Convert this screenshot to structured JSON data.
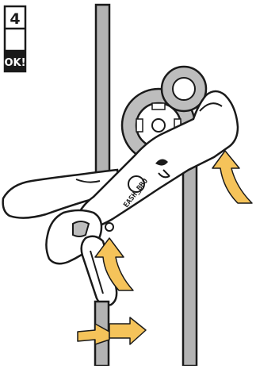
{
  "step_badge": {
    "number": "4",
    "status": "OK!"
  },
  "device": {
    "label": "EASH_BBO"
  },
  "colors": {
    "rope": "#b3b3b3",
    "arrow": "#f5c35a",
    "outline": "#1a1a1a",
    "device_body": "#ffffff",
    "cam": "#bdbdbd"
  }
}
